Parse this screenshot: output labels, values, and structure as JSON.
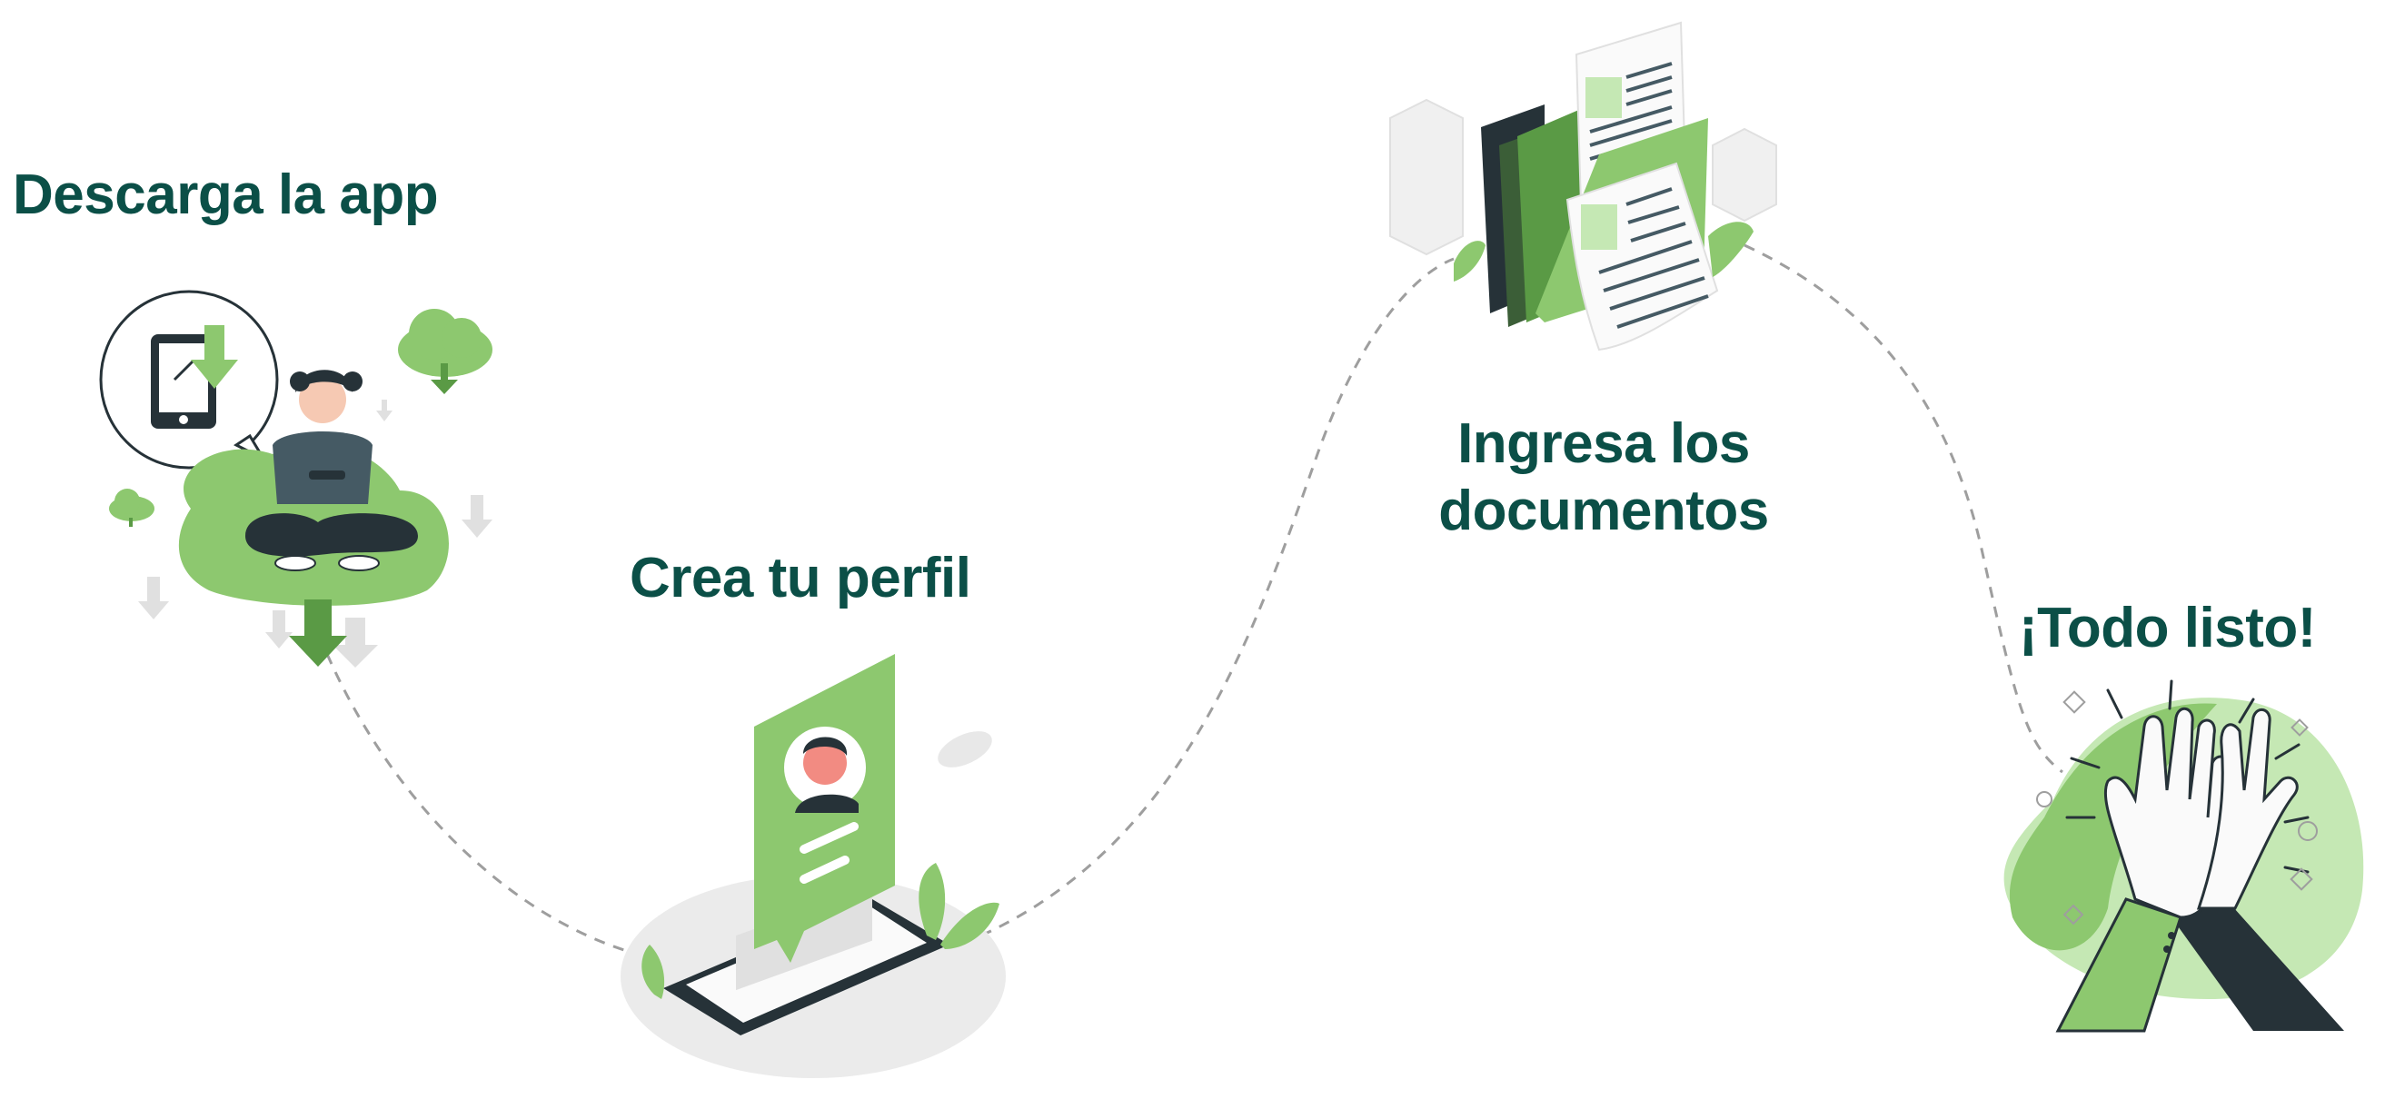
{
  "steps": [
    {
      "title": "Descarga la app",
      "illustration": "person-downloading-app"
    },
    {
      "title": "Crea tu perfil",
      "illustration": "phone-profile-card"
    },
    {
      "title": "Ingresa los documentos",
      "illustration": "folders-and-documents"
    },
    {
      "title": "¡Todo listo!",
      "illustration": "high-five-hands"
    }
  ],
  "colors": {
    "title": "#0b4f47",
    "accent": "#8dc86f",
    "accent_dark": "#5a9a45",
    "dark": "#263238",
    "path": "#9e9e9e"
  }
}
